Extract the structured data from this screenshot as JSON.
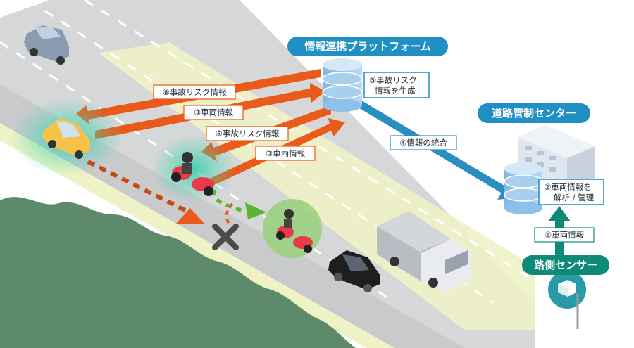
{
  "titles": {
    "platform": "情報連携プラットフォーム",
    "control_center": "道路管制センター",
    "roadside_sensor": "路側センサー"
  },
  "platform_box": {
    "line1": "⑤事故リスク",
    "line2": "情報を生成"
  },
  "center_box": {
    "line1": "②車両情報を",
    "line2": "解析 / 管理"
  },
  "flow_labels": {
    "risk_to_car": "⑥事故リスク情報",
    "car_to_platform": "③車両情報",
    "risk_to_bike": "⑥事故リスク情報",
    "bike_to_platform": "③車両情報",
    "integration": "④情報の統合",
    "sensor_to_center": "①車両情報"
  },
  "colors": {
    "title_badge": "#1f8fc4",
    "orange_flow": "#ea5a1a",
    "blue_flow": "#2a8fc0",
    "teal_flow": "#0f8a78",
    "green_path": "#5bb52f",
    "road": "#d6d7d8",
    "roadside_strip": "#eef2c6",
    "trees": "#5e8a6c"
  },
  "icons": [
    "database-icon",
    "building-icon",
    "sensor-icon",
    "car-icon",
    "motorcycle-icon",
    "truck-icon",
    "collision-x-icon"
  ]
}
